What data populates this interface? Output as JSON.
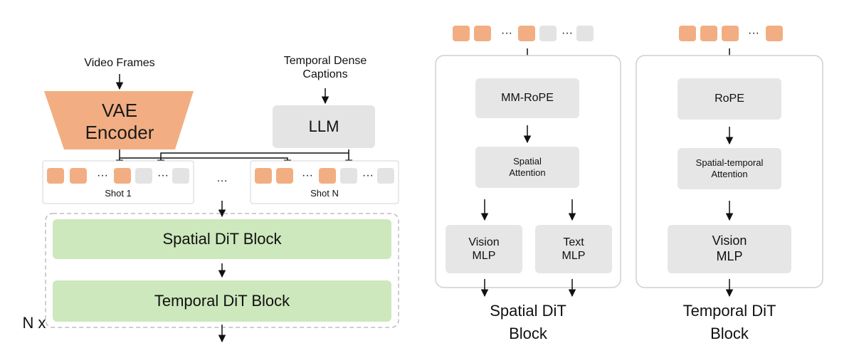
{
  "left": {
    "video_frames": "Video Frames",
    "vae_encoder": "VAE\nEncoder",
    "temporal_dense_captions": "Temporal Dense\nCaptions",
    "llm": "LLM",
    "shot_first": "Shot 1",
    "shot_last": "Shot N",
    "shot_ellipsis": "…",
    "token_ellipsis": "···",
    "spatial_dit_block": "Spatial DiT Block",
    "temporal_dit_block": "Temporal DiT Block",
    "repeat_label": "N x"
  },
  "spatial_panel": {
    "token_ellipsis": "···",
    "rope": "MM-RoPE",
    "attention": "Spatial\nAttention",
    "vision_mlp": "Vision\nMLP",
    "text_mlp": "Text\nMLP",
    "caption": "Spatial DiT\nBlock"
  },
  "temporal_panel": {
    "token_ellipsis": "···",
    "rope": "RoPE",
    "attention": "Spatial-temporal\nAttention",
    "vision_mlp": "Vision\nMLP",
    "caption": "Temporal DiT\nBlock"
  },
  "colors": {
    "video_token": "#f2ae82",
    "text_token": "#e3e3e3",
    "encoder": "#f2ae82",
    "llm": "#e4e4e4",
    "dit_block": "#cde8bc",
    "module_box": "#e6e6e6"
  }
}
